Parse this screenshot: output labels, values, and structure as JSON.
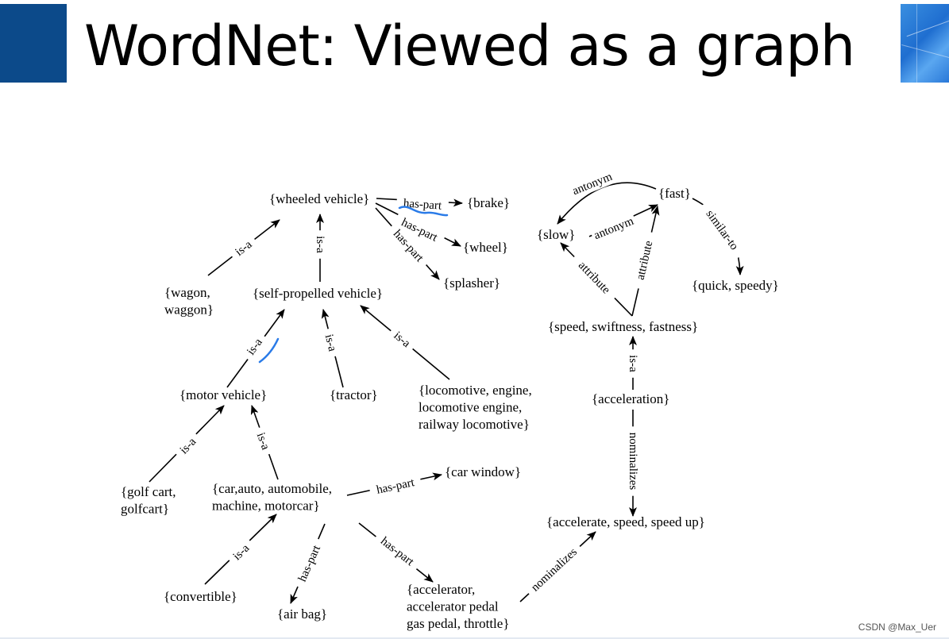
{
  "slide": {
    "title": "WordNet: Viewed as a graph",
    "watermark": "CSDN @Max_Uer",
    "colors": {
      "brand_dark": "#0c4a8a",
      "brand_light": "#2a78d8",
      "annotation": "#2a7be8"
    }
  },
  "nodes": [
    {
      "id": "wheeled",
      "lines": [
        "{wheeled vehicle}"
      ]
    },
    {
      "id": "brake",
      "lines": [
        "{brake}"
      ]
    },
    {
      "id": "wheel",
      "lines": [
        "{wheel}"
      ]
    },
    {
      "id": "splasher",
      "lines": [
        "{splasher}"
      ]
    },
    {
      "id": "wagon",
      "lines": [
        "{wagon,",
        "waggon}"
      ]
    },
    {
      "id": "selfprop",
      "lines": [
        "{self-propelled vehicle}"
      ]
    },
    {
      "id": "motor",
      "lines": [
        "{motor vehicle}"
      ]
    },
    {
      "id": "tractor",
      "lines": [
        "{tractor}"
      ]
    },
    {
      "id": "loco",
      "lines": [
        "{locomotive, engine,",
        "locomotive engine,",
        "railway locomotive}"
      ]
    },
    {
      "id": "golf",
      "lines": [
        "{golf cart,",
        "golfcart}"
      ]
    },
    {
      "id": "car",
      "lines": [
        "{car,auto, automobile,",
        "machine, motorcar}"
      ]
    },
    {
      "id": "carwindow",
      "lines": [
        "{car window}"
      ]
    },
    {
      "id": "convertible",
      "lines": [
        "{convertible}"
      ]
    },
    {
      "id": "airbag",
      "lines": [
        "{air bag}"
      ]
    },
    {
      "id": "accelerator",
      "lines": [
        "{accelerator,",
        "accelerator pedal",
        "gas pedal, throttle}"
      ]
    },
    {
      "id": "fast",
      "lines": [
        "{fast}"
      ]
    },
    {
      "id": "slow",
      "lines": [
        "{slow}"
      ]
    },
    {
      "id": "quick",
      "lines": [
        "{quick, speedy}"
      ]
    },
    {
      "id": "speed",
      "lines": [
        "{speed, swiftness, fastness}"
      ]
    },
    {
      "id": "acceleration",
      "lines": [
        "{acceleration}"
      ]
    },
    {
      "id": "accelerate",
      "lines": [
        "{accelerate, speed, speed up}"
      ]
    }
  ],
  "edges": [
    {
      "id": "e1",
      "label": "is-a"
    },
    {
      "id": "e2",
      "label": "is-a"
    },
    {
      "id": "e3",
      "label": "has-part"
    },
    {
      "id": "e4",
      "label": "has-part"
    },
    {
      "id": "e5",
      "label": "has-part"
    },
    {
      "id": "e6",
      "label": "is-a"
    },
    {
      "id": "e7",
      "label": "is-a"
    },
    {
      "id": "e8",
      "label": "is-a"
    },
    {
      "id": "e9",
      "label": "is-a"
    },
    {
      "id": "e10",
      "label": "is-a"
    },
    {
      "id": "e11",
      "label": "has-part"
    },
    {
      "id": "e12",
      "label": "is-a"
    },
    {
      "id": "e13",
      "label": "has-part"
    },
    {
      "id": "e14",
      "label": "has-part"
    },
    {
      "id": "e15",
      "label": "nominalizes"
    },
    {
      "id": "e16",
      "label": "antonym"
    },
    {
      "id": "e17",
      "label": "antonym"
    },
    {
      "id": "e18",
      "label": "similar-to"
    },
    {
      "id": "e19",
      "label": "attribute"
    },
    {
      "id": "e20",
      "label": "attribute"
    },
    {
      "id": "e21",
      "label": "is-a"
    },
    {
      "id": "e22",
      "label": "nominalizes"
    }
  ]
}
